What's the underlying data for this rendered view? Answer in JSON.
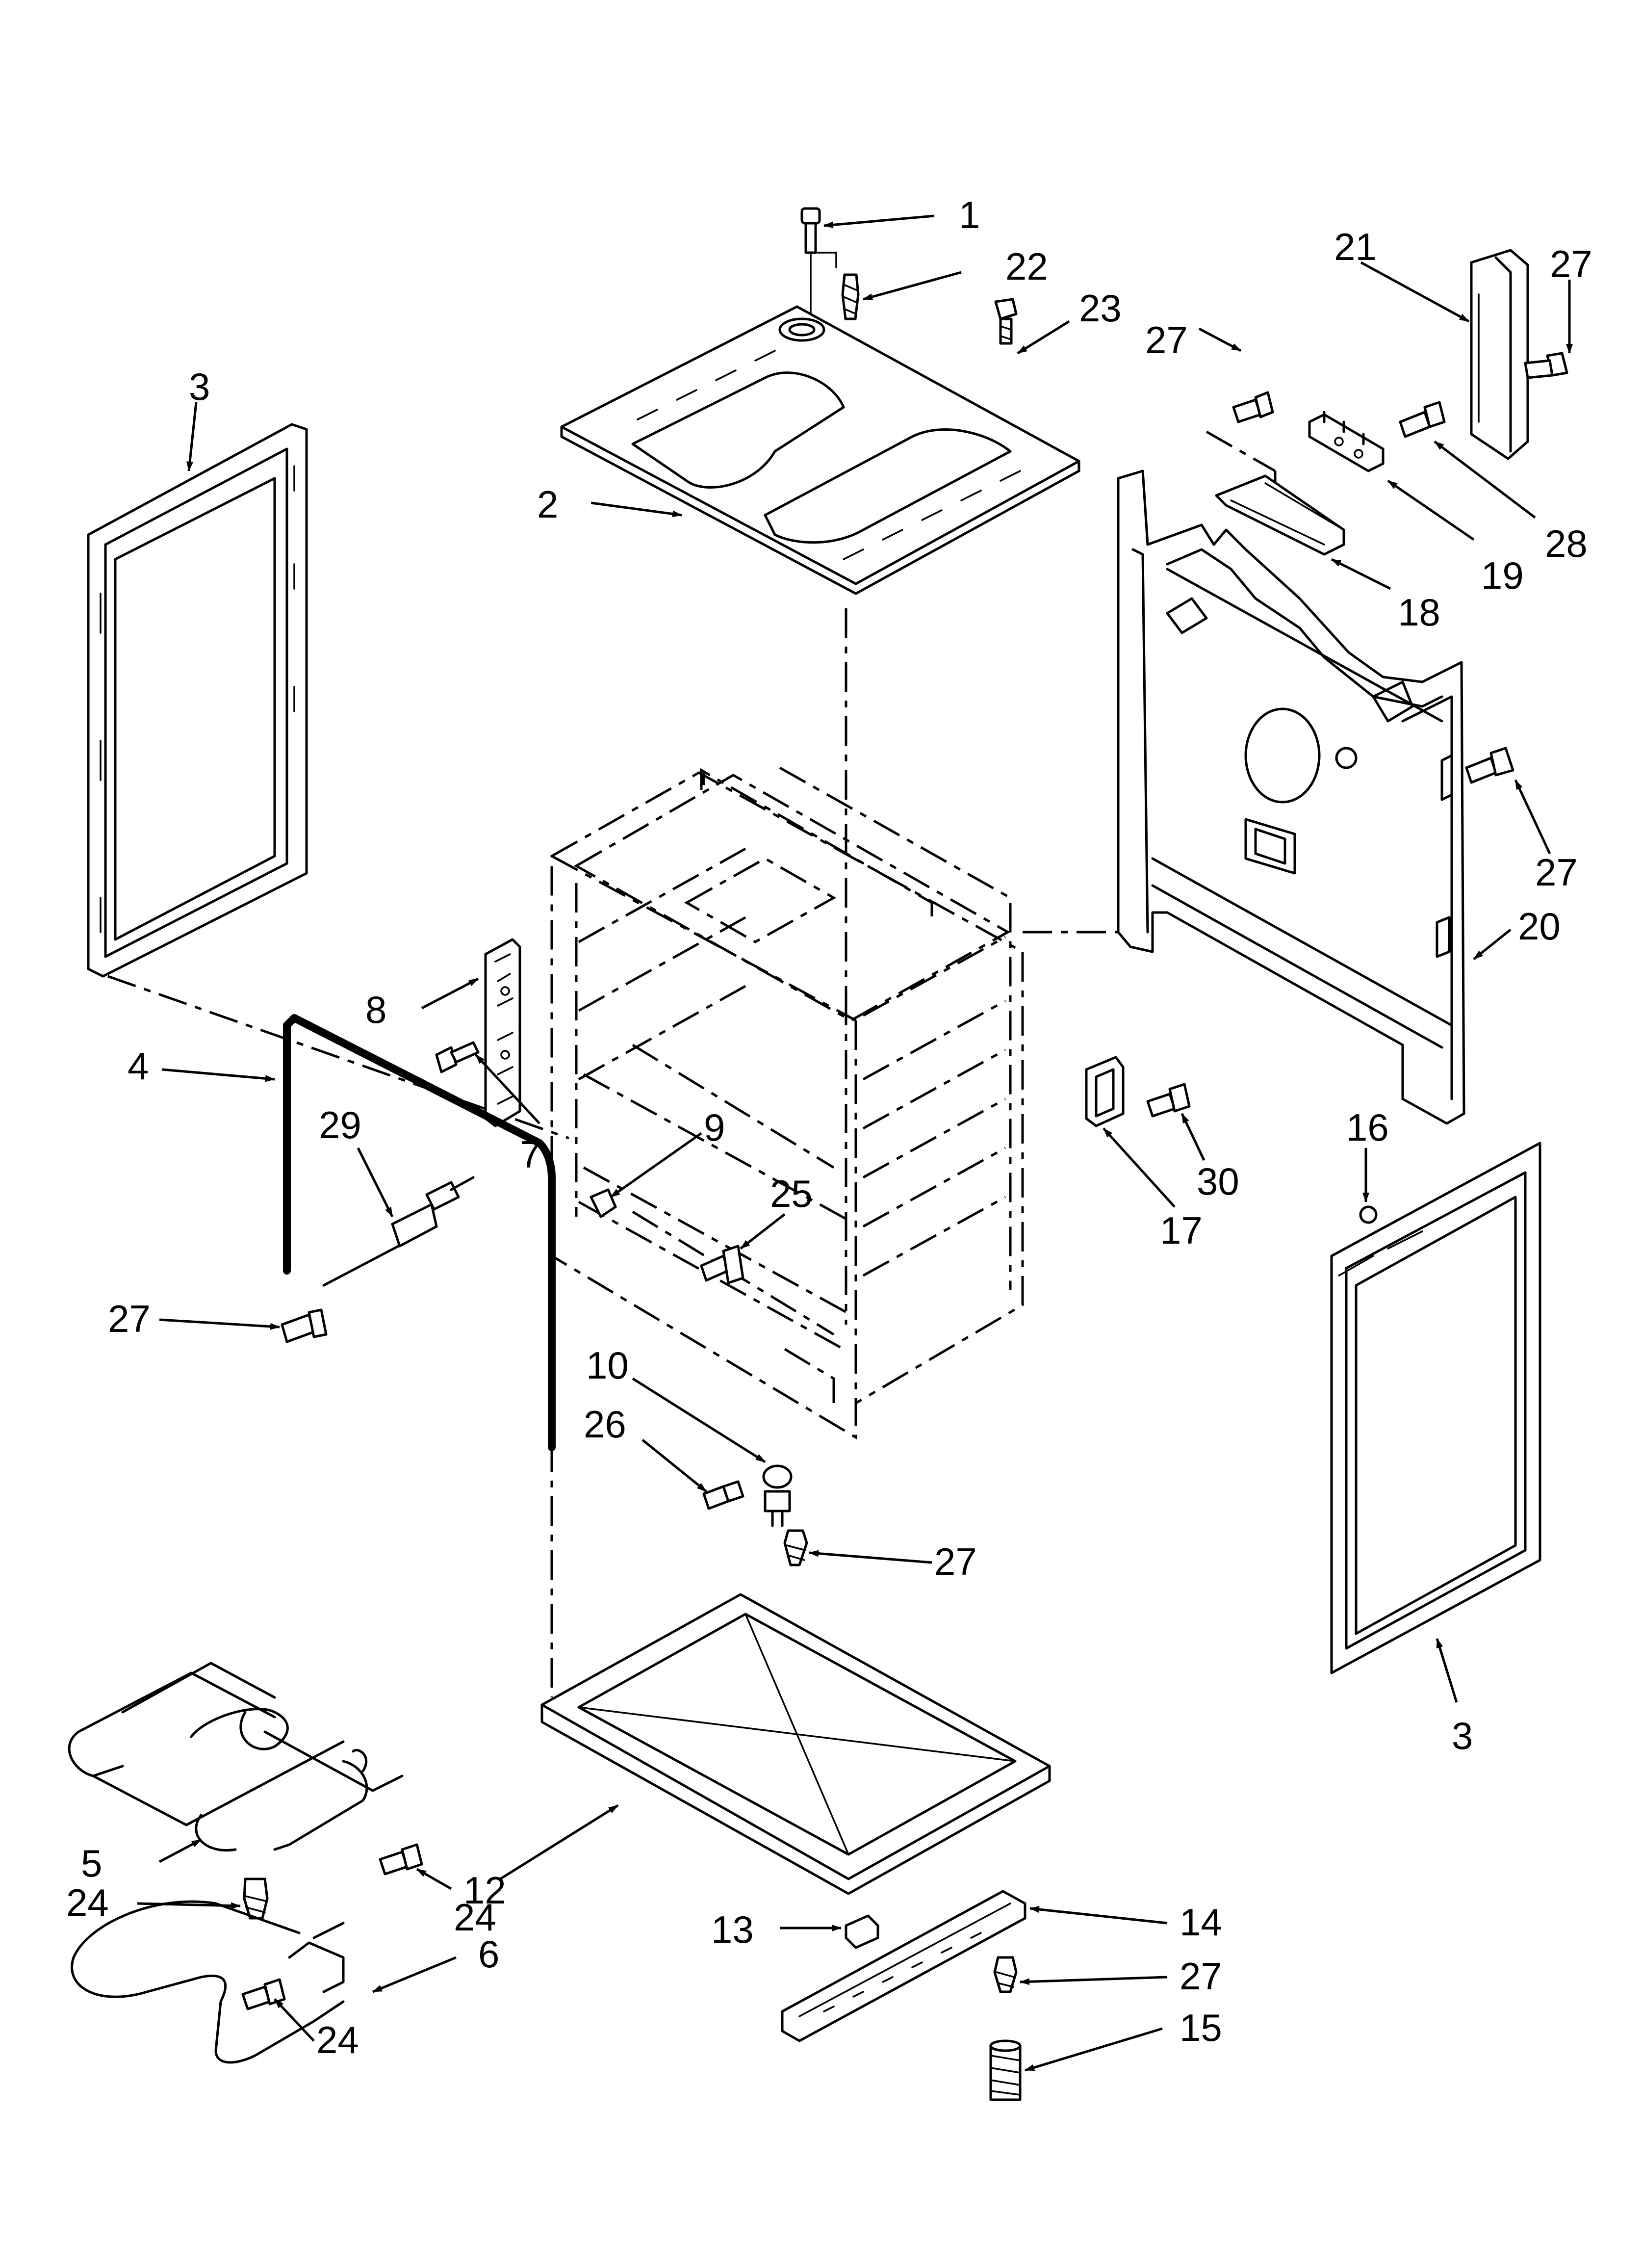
{
  "callouts": [
    {
      "id": "c1",
      "label": "1"
    },
    {
      "id": "c2",
      "label": "2"
    },
    {
      "id": "c3a",
      "label": "3"
    },
    {
      "id": "c3b",
      "label": "3"
    },
    {
      "id": "c4",
      "label": "4"
    },
    {
      "id": "c5",
      "label": "5"
    },
    {
      "id": "c6",
      "label": "6"
    },
    {
      "id": "c7",
      "label": "7"
    },
    {
      "id": "c8",
      "label": "8"
    },
    {
      "id": "c9",
      "label": "9"
    },
    {
      "id": "c10",
      "label": "10"
    },
    {
      "id": "c12",
      "label": "12"
    },
    {
      "id": "c13",
      "label": "13"
    },
    {
      "id": "c14",
      "label": "14"
    },
    {
      "id": "c15",
      "label": "15"
    },
    {
      "id": "c16",
      "label": "16"
    },
    {
      "id": "c17",
      "label": "17"
    },
    {
      "id": "c18",
      "label": "18"
    },
    {
      "id": "c19",
      "label": "19"
    },
    {
      "id": "c20",
      "label": "20"
    },
    {
      "id": "c21",
      "label": "21"
    },
    {
      "id": "c22",
      "label": "22"
    },
    {
      "id": "c23",
      "label": "23"
    },
    {
      "id": "c24a",
      "label": "24"
    },
    {
      "id": "c24b",
      "label": "24"
    },
    {
      "id": "c24c",
      "label": "24"
    },
    {
      "id": "c25",
      "label": "25"
    },
    {
      "id": "c26",
      "label": "26"
    },
    {
      "id": "c27a",
      "label": "27"
    },
    {
      "id": "c27b",
      "label": "27"
    },
    {
      "id": "c27c",
      "label": "27"
    },
    {
      "id": "c27d",
      "label": "27"
    },
    {
      "id": "c27e",
      "label": "27"
    },
    {
      "id": "c27f",
      "label": "27"
    },
    {
      "id": "c28",
      "label": "28"
    },
    {
      "id": "c29",
      "label": "29"
    },
    {
      "id": "c30",
      "label": "30"
    }
  ]
}
